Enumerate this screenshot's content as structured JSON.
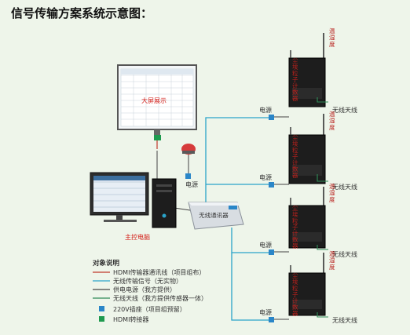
{
  "title": "信号传输方案系统示意图：",
  "screen_label": "大屏展示",
  "main_computer_label": "主控电脑",
  "gateway_label": "无线通讯器",
  "alarm_label": "电源",
  "sensors": [
    {
      "probe_label": "温湿度",
      "device_label": "尘埃粒子计数器",
      "power_label": "电源",
      "antenna_label": "无线天线"
    },
    {
      "probe_label": "温湿度",
      "device_label": "尘埃粒子计数器",
      "power_label": "电源",
      "antenna_label": "无线天线"
    },
    {
      "probe_label": "温湿度",
      "device_label": "尘埃粒子计数器",
      "power_label": "电源",
      "antenna_label": "无线天线"
    },
    {
      "probe_label": "温湿度",
      "device_label": "尘埃粒子计数器",
      "power_label": "电源",
      "antenna_label": "无线天线"
    }
  ],
  "legend": {
    "title": "对象说明",
    "items": [
      {
        "label": "HDMI传输器通讯线（项目组布）",
        "color": "#c0392b",
        "type": "line"
      },
      {
        "label": "无线传输信号（无实物）",
        "color": "#2aa3c9",
        "type": "line"
      },
      {
        "label": "供电电源（我方提供）",
        "color": "#444444",
        "type": "line"
      },
      {
        "label": "无线天线（我方提供传感器一体）",
        "color": "#2e8b57",
        "type": "line"
      },
      {
        "label": "220V插座（项目组预留）",
        "color": "#2a86c8",
        "type": "square"
      },
      {
        "label": "HDMI转接器",
        "color": "#1e9a4f",
        "type": "square"
      }
    ]
  },
  "colors": {
    "wireless": "#2aa3c9",
    "hdmi": "#c0392b",
    "power": "#444444",
    "bg": "#eef5ea"
  }
}
